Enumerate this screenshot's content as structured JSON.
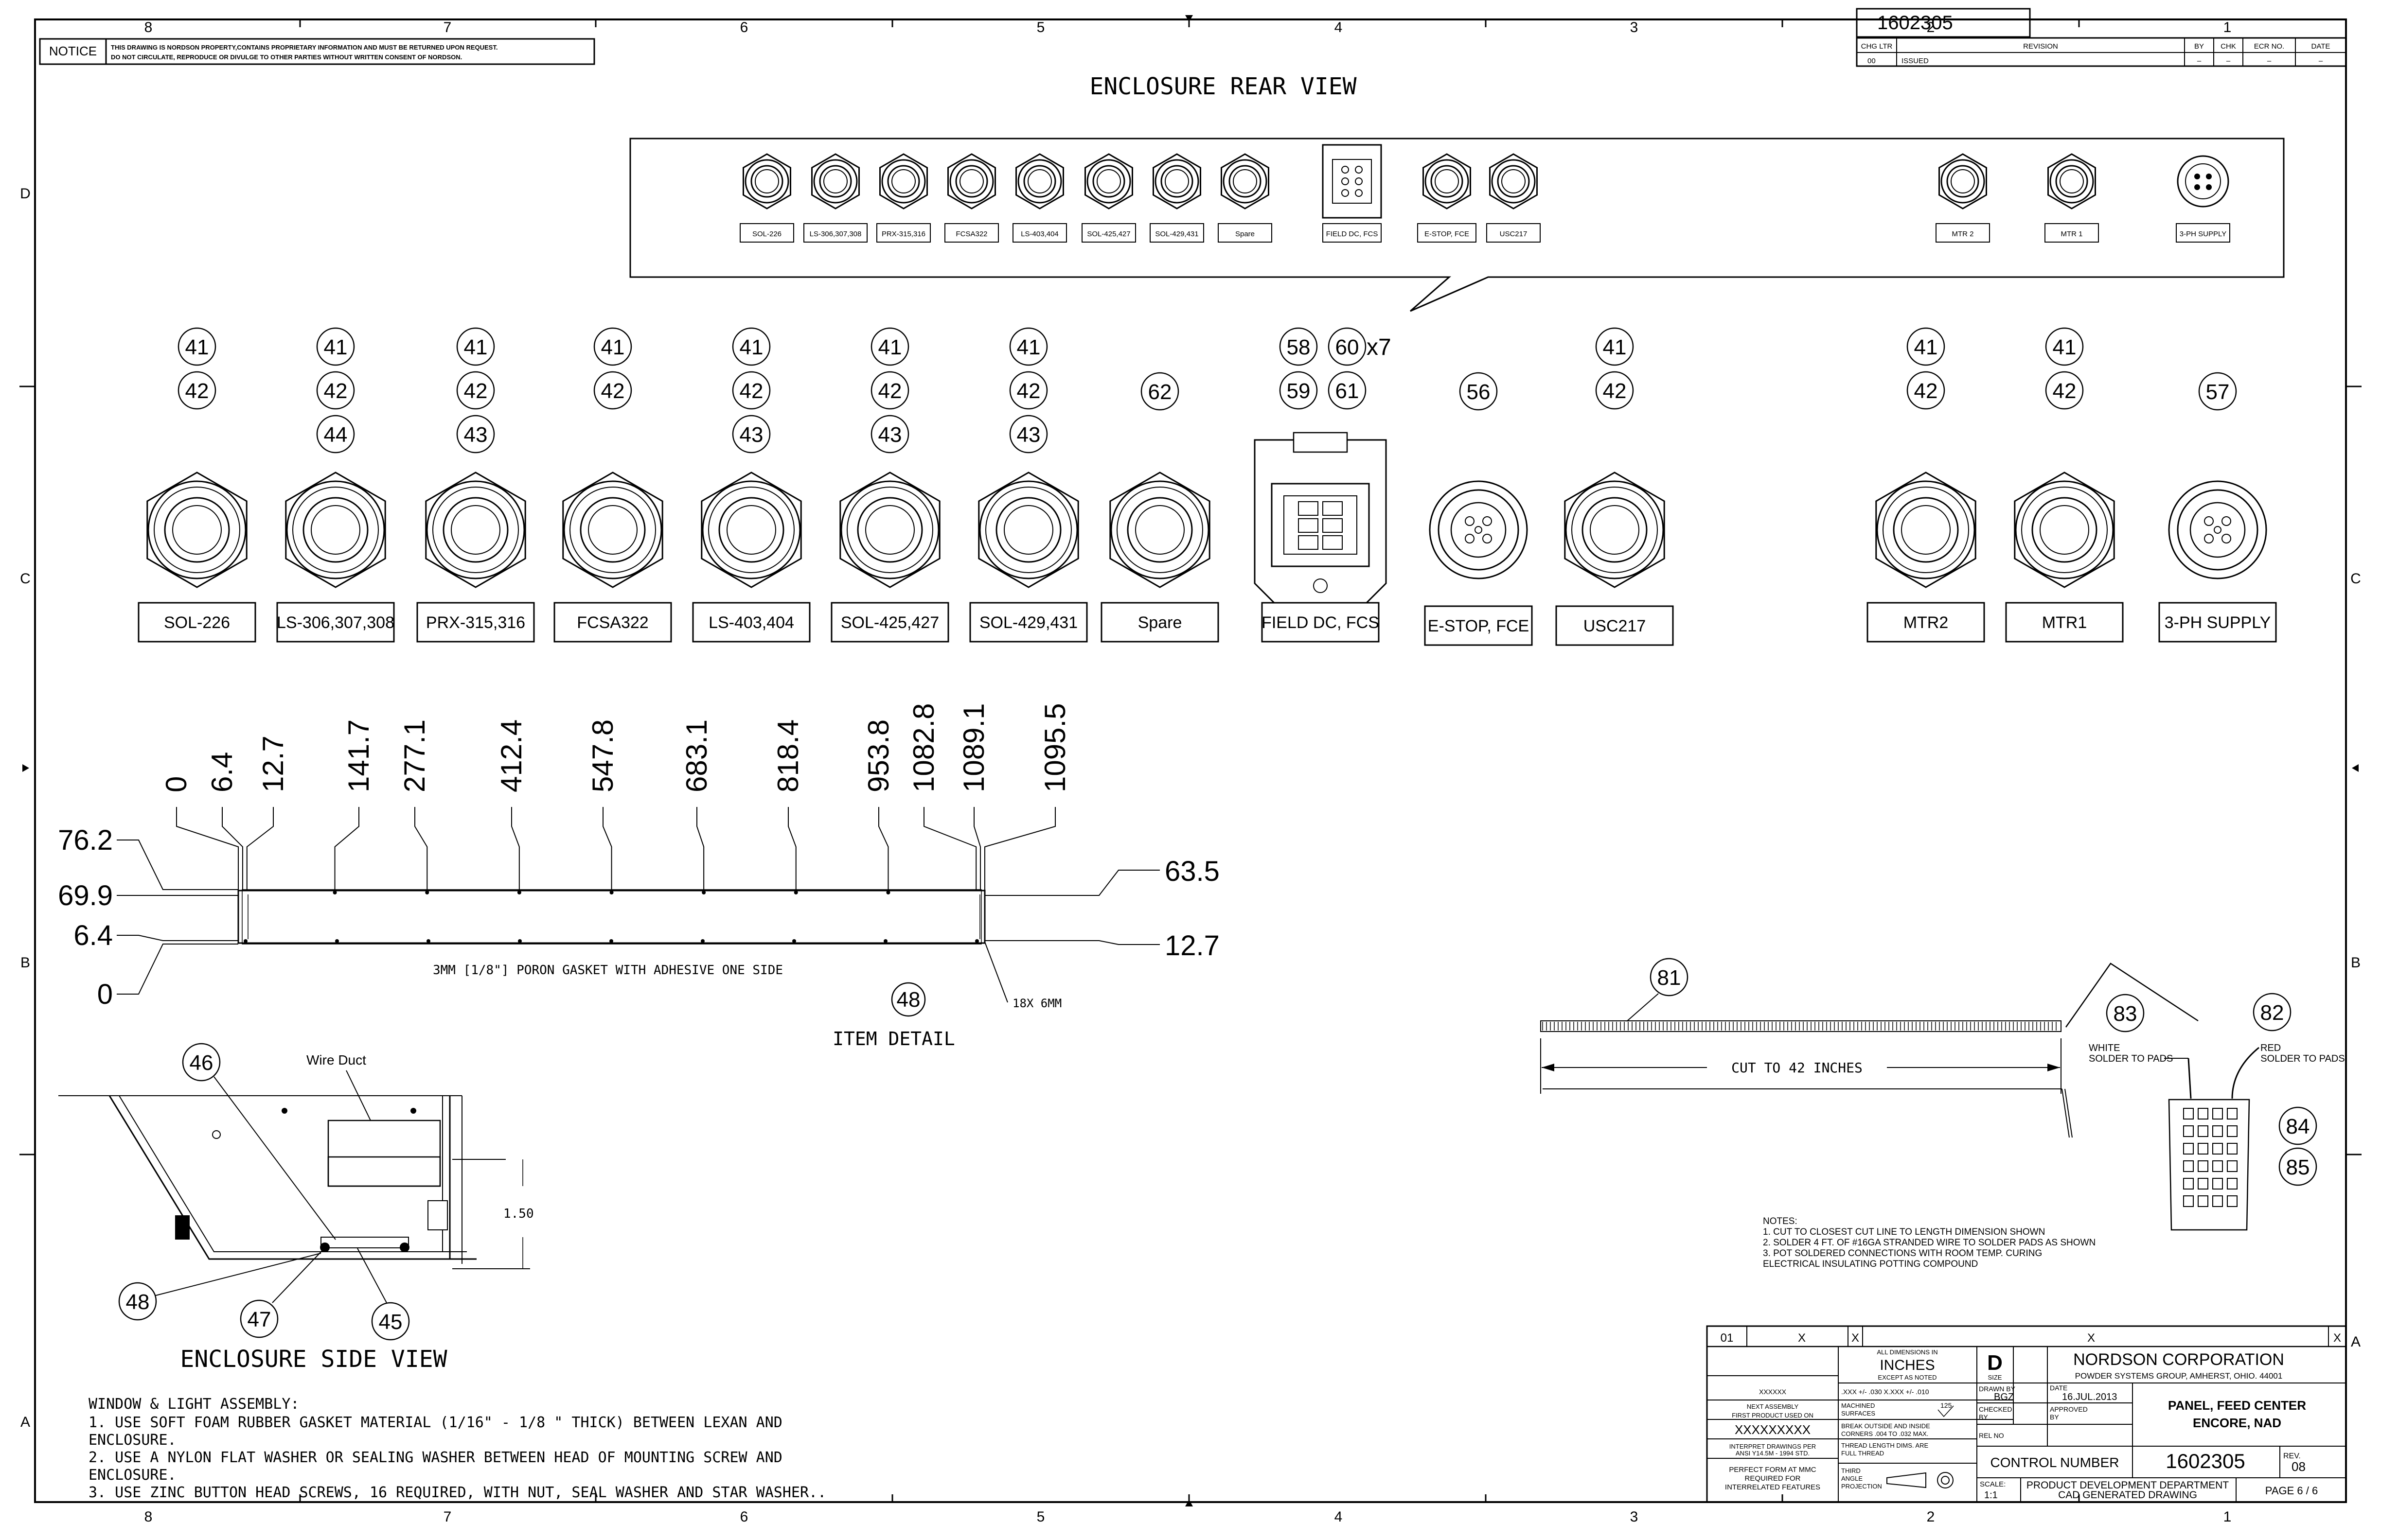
{
  "border": {
    "cols_top": [
      "8",
      "7",
      "6",
      "5",
      "4",
      "3",
      "2",
      "1"
    ],
    "cols_bottom": [
      "8",
      "7",
      "6",
      "5",
      "4",
      "3",
      "2",
      "1"
    ],
    "rows_left": [
      "D",
      "C",
      "B",
      "A"
    ],
    "rows_right": [
      "C",
      "B",
      "A"
    ]
  },
  "notice": {
    "label": "NOTICE",
    "line1": "THIS DRAWING IS NORDSON PROPERTY,CONTAINS PROPRIETARY INFORMATION AND MUST BE RETURNED UPON REQUEST.",
    "line2": "DO NOT CIRCULATE, REPRODUCE OR DIVULGE TO OTHER PARTIES WITHOUT WRITTEN CONSENT OF NORDSON."
  },
  "revision_block": {
    "number": "1602305",
    "headers": [
      "CHG LTR",
      "REVISION",
      "BY",
      "CHK",
      "ECR NO.",
      "DATE"
    ],
    "row": [
      "00",
      "ISSUED",
      "–",
      "–",
      "–",
      "–"
    ]
  },
  "rear_view": {
    "title": "ENCLOSURE REAR VIEW",
    "labels": [
      "SOL-226",
      "LS-306,307,308",
      "PRX-315,316",
      "FCSA322",
      "LS-403,404",
      "SOL-425,427",
      "SOL-429,431",
      "Spare",
      "FIELD DC, FCS",
      "E-STOP, FCE",
      "USC217",
      "MTR 2",
      "MTR 1",
      "3-PH SUPPLY"
    ]
  },
  "connectors": [
    {
      "label": "SOL-226",
      "balloons": [
        "41",
        "42"
      ]
    },
    {
      "label": "LS-306,307,308",
      "balloons": [
        "41",
        "42",
        "44"
      ]
    },
    {
      "label": "PRX-315,316",
      "balloons": [
        "41",
        "42",
        "43"
      ]
    },
    {
      "label": "FCSA322",
      "balloons": [
        "41",
        "42"
      ]
    },
    {
      "label": "LS-403,404",
      "balloons": [
        "41",
        "42",
        "43"
      ]
    },
    {
      "label": "SOL-425,427",
      "balloons": [
        "41",
        "42",
        "43"
      ]
    },
    {
      "label": "SOL-429,431",
      "balloons": [
        "41",
        "42",
        "43"
      ]
    },
    {
      "label": "Spare",
      "balloons": [
        "62"
      ]
    },
    {
      "label": "FIELD DC, FCS",
      "balloons": [
        "58",
        "60",
        "59",
        "61"
      ],
      "qty": "x7"
    },
    {
      "label": "E-STOP, FCE",
      "balloons": [
        "56"
      ]
    },
    {
      "label": "USC217",
      "balloons": [
        "41",
        "42"
      ]
    },
    {
      "label": "MTR2",
      "balloons": [
        "41",
        "42"
      ]
    },
    {
      "label": "MTR1",
      "balloons": [
        "41",
        "42"
      ]
    },
    {
      "label": "3-PH SUPPLY",
      "balloons": [
        "57"
      ]
    }
  ],
  "gasket": {
    "top_dims": [
      "0",
      "6.4",
      "12.7",
      "141.7",
      "277.1",
      "412.4",
      "547.8",
      "683.1",
      "818.4",
      "953.8",
      "1082.8",
      "1089.1",
      "1095.5"
    ],
    "left_dims": [
      "76.2",
      "69.9",
      "6.4",
      "0"
    ],
    "right_dims": [
      "63.5",
      "12.7"
    ],
    "caption": "3MM [1/8\"] PORON GASKET WITH ADHESIVE ONE SIDE",
    "holes": "18X 6MM",
    "balloon": "48",
    "detail_label": "ITEM DETAIL"
  },
  "side_view": {
    "title": "ENCLOSURE SIDE VIEW",
    "wire_duct": "Wire Duct",
    "dim": "1.50",
    "balloons": [
      "46",
      "48",
      "47",
      "45"
    ]
  },
  "window_notes": {
    "heading": "WINDOW & LIGHT ASSEMBLY:",
    "lines": [
      "1. USE SOFT FOAM RUBBER GASKET MATERIAL (1/16\" - 1/8 \" THICK) BETWEEN LEXAN AND",
      "ENCLOSURE.",
      "2. USE A NYLON FLAT WASHER OR SEALING WASHER BETWEEN HEAD OF MOUNTING SCREW AND",
      "ENCLOSURE.",
      "3. USE ZINC BUTTON HEAD SCREWS, 16 REQUIRED, WITH NUT, SEAL WASHER AND STAR WASHER.."
    ]
  },
  "light_strip": {
    "balloons": [
      "81",
      "83",
      "82",
      "84",
      "85"
    ],
    "cut": "CUT TO 42 INCHES",
    "white": "WHITE",
    "white2": "SOLDER TO PADS",
    "red": "RED",
    "red2": "SOLDER TO PADS",
    "notes_heading": "NOTES:",
    "notes": [
      "1.    CUT TO CLOSEST CUT LINE TO LENGTH DIMENSION SHOWN",
      "2.    SOLDER 4 FT. OF #16GA STRANDED WIRE TO SOLDER PADS AS SHOWN",
      "3.    POT SOLDERED CONNECTIONS WITH ROOM TEMP. CURING",
      "        ELECTRICAL INSULATING POTTING COMPOUND"
    ]
  },
  "title_block": {
    "strip": [
      "01",
      "X",
      "X",
      "X",
      "X"
    ],
    "dims_head": "ALL DIMENSIONS IN",
    "units": "INCHES",
    "except": "EXCEPT AS NOTED",
    "size": "D",
    "size_label": "SIZE",
    "company": "NORDSON CORPORATION",
    "company2": "POWDER SYSTEMS GROUP, AMHERST, OHIO. 44001",
    "next_assy_val": "XXXXXX",
    "next_assy": "NEXT ASSEMBLY",
    "first_product": "FIRST PRODUCT USED ON",
    "first_product_val": "XXXXXXXXX",
    "interpret": "INTERPRET DRAWINGS PER",
    "interpret2": "ANSI Y14.5M - 1994 STD.",
    "perfect1": "PERFECT FORM AT MMC",
    "perfect2": "REQUIRED FOR",
    "perfect3": "INTERRELATED FEATURES",
    "tol": ".XXX +/- .030  X.XXX +/- .010",
    "machined": "MACHINED",
    "surfaces": "SURFACES",
    "finish": "125",
    "break1": "BREAK OUTSIDE AND INSIDE",
    "break2": "CORNERS .004 TO .032 MAX.",
    "thread1": "THREAD LENGTH DIMS. ARE",
    "thread2": "FULL THREAD",
    "proj1": "THIRD",
    "proj2": "ANGLE",
    "proj3": "PROJECTION",
    "drawn_by": "DRAWN BY",
    "drawn_val": "BGZ",
    "date": "DATE",
    "date_val": "16.JUL.2013",
    "checked": "CHECKED",
    "by": "BY",
    "approved": "APPROVED",
    "by2": "BY",
    "rel": "REL NO",
    "title1": "PANEL, FEED CENTER",
    "title2": "ENCORE, NAD",
    "control": "CONTROL NUMBER",
    "control_val": "1602305",
    "rev": "REV.",
    "rev_val": "08",
    "scale": "SCALE:",
    "scale_val": "1:1",
    "dept1": "PRODUCT DEVELOPMENT DEPARTMENT",
    "dept2": "CAD GENERATED DRAWING",
    "page": "PAGE 6 / 6"
  }
}
